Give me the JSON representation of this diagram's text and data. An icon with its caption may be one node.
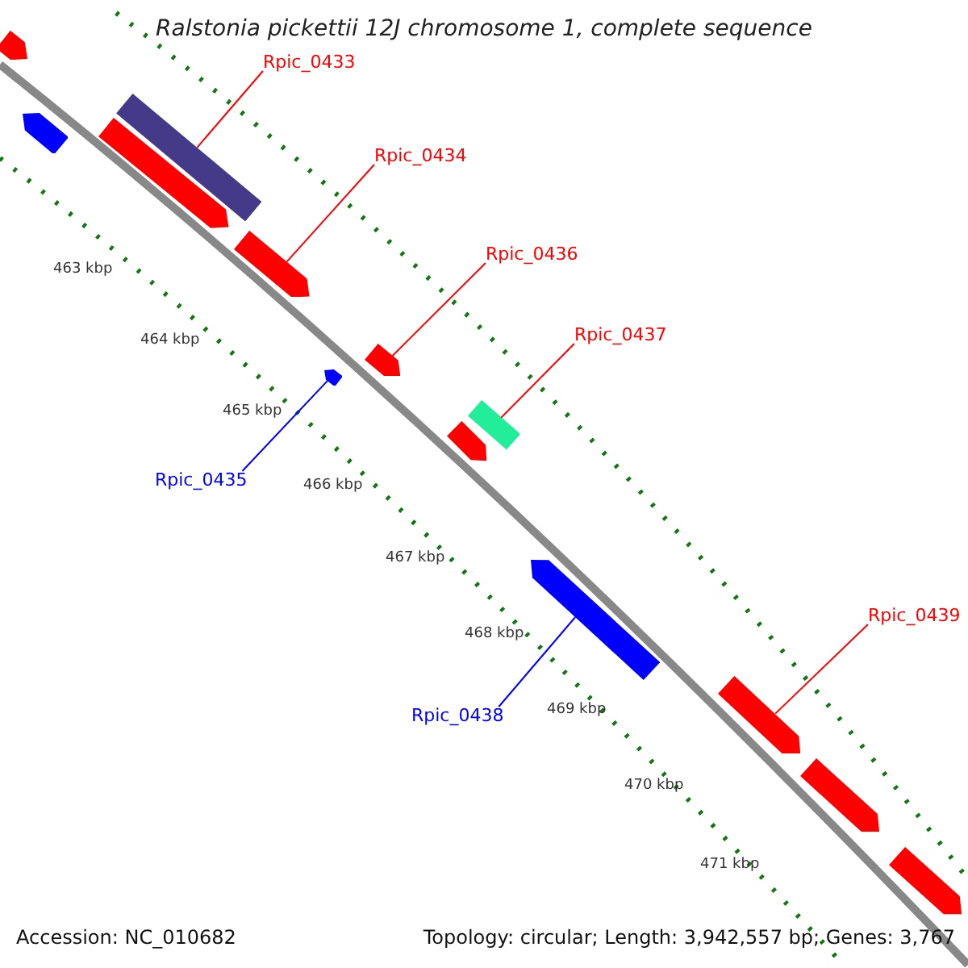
{
  "diagram": {
    "title": "Ralstonia pickettii 12J chromosome 1, complete sequence",
    "nodes": [
      {
        "text": [
          "Rpic_0433"
        ]
      },
      {
        "text": [
          "Rpic_0434"
        ]
      },
      {
        "text": [
          "Rpic_0436"
        ]
      },
      {
        "text": [
          "Rpic_0437"
        ]
      },
      {
        "text": [
          "Rpic_0435"
        ]
      },
      {
        "text": [
          "Rpic_0439"
        ]
      },
      {
        "text": [
          "Rpic_0438"
        ]
      },
      {
        "text": [],
        "shape": "arrow"
      },
      {
        "text": [],
        "shape": "arrow"
      },
      {
        "text": [],
        "shape": "arrow"
      },
      {
        "text": [],
        "shape": "bar"
      },
      {
        "text": [],
        "shape": "arrow"
      },
      {
        "text": [],
        "shape": "arrow"
      },
      {
        "text": [],
        "shape": "arrow"
      },
      {
        "text": [],
        "shape": "bar"
      },
      {
        "text": [],
        "shape": "arrow"
      },
      {
        "text": [],
        "shape": "arrow"
      },
      {
        "text": [],
        "shape": "arrow"
      },
      {
        "text": [],
        "shape": "arrow"
      },
      {
        "text": [],
        "shape": "arrow"
      }
    ],
    "edges": [
      {
        "from": 0,
        "to": 10,
        "arrow": "none"
      },
      {
        "from": 1,
        "to": 11,
        "arrow": "none"
      },
      {
        "from": 2,
        "to": 13,
        "arrow": "none"
      },
      {
        "from": 3,
        "to": 14,
        "arrow": "none"
      },
      {
        "from": 4,
        "to": 12,
        "arrow": "none",
        "color": "#0000ff"
      },
      {
        "from": 5,
        "to": 17,
        "arrow": "none"
      },
      {
        "from": 6,
        "to": 16,
        "arrow": "none",
        "color": "#0000ff"
      }
    ],
    "labels": [
      "463 kbp",
      "464 kbp",
      "465 kbp",
      "466 kbp",
      "467 kbp",
      "468 kbp",
      "469 kbp",
      "470 kbp",
      "471 kbp",
      "Accession: NC_010682",
      "Topology: circular; Length: 3,942,557 bp; Genes: 3,767"
    ]
  }
}
